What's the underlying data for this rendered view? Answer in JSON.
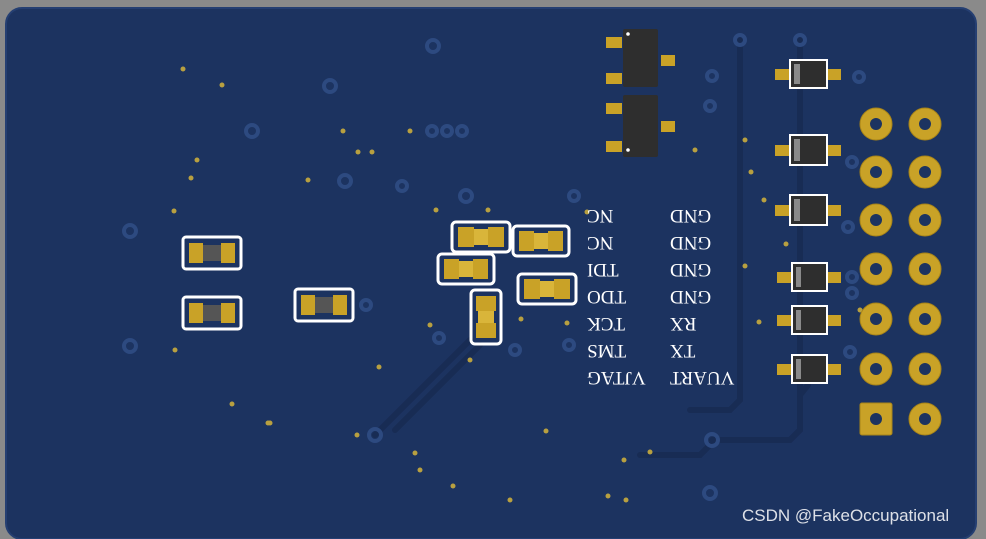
{
  "labels_right_column": [
    "NC",
    "NC",
    "TDI",
    "TDO",
    "TCK",
    "TMS",
    "VJTAG"
  ],
  "labels_left_column": [
    "GND",
    "GND",
    "GND",
    "GND",
    "RX",
    "TX",
    "VUART"
  ],
  "watermark": "CSDN @FakeOccupational",
  "colors": {
    "board": "#1c3360",
    "copper": "#c9a227",
    "silkscreen": "#ffffff",
    "background": "#8a8a8a",
    "ic_body": "#2e2e2e"
  }
}
